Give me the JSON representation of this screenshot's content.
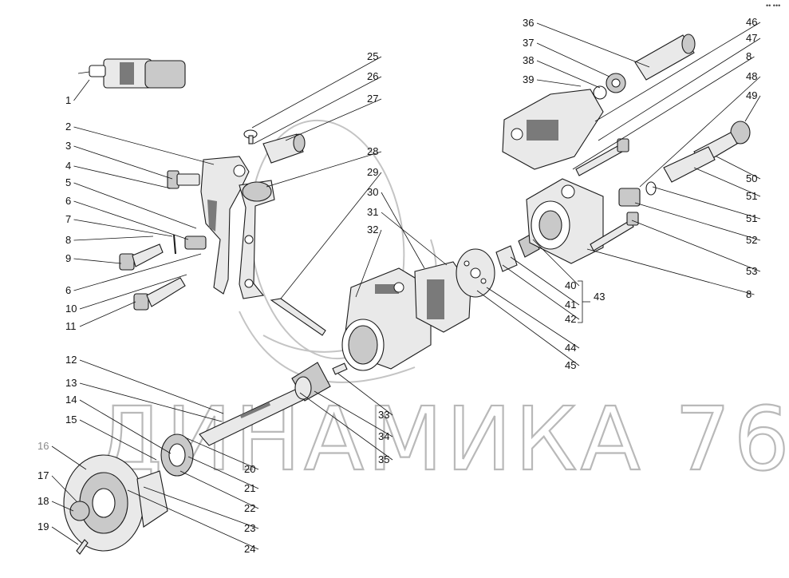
{
  "watermark": "ДИНАМИКА 76",
  "corner_mark": "•• •••",
  "group_label": "43",
  "callouts": [
    {
      "n": "1"
    },
    {
      "n": "2"
    },
    {
      "n": "3"
    },
    {
      "n": "4"
    },
    {
      "n": "5"
    },
    {
      "n": "6"
    },
    {
      "n": "7"
    },
    {
      "n": "8"
    },
    {
      "n": "9"
    },
    {
      "n": "6"
    },
    {
      "n": "10"
    },
    {
      "n": "11"
    },
    {
      "n": "12"
    },
    {
      "n": "13"
    },
    {
      "n": "14"
    },
    {
      "n": "15"
    },
    {
      "n": "16"
    },
    {
      "n": "17"
    },
    {
      "n": "18"
    },
    {
      "n": "19"
    },
    {
      "n": "20"
    },
    {
      "n": "21"
    },
    {
      "n": "22"
    },
    {
      "n": "23"
    },
    {
      "n": "24"
    },
    {
      "n": "25"
    },
    {
      "n": "26"
    },
    {
      "n": "27"
    },
    {
      "n": "28"
    },
    {
      "n": "29"
    },
    {
      "n": "30"
    },
    {
      "n": "31"
    },
    {
      "n": "32"
    },
    {
      "n": "33"
    },
    {
      "n": "34"
    },
    {
      "n": "35"
    },
    {
      "n": "36"
    },
    {
      "n": "37"
    },
    {
      "n": "38"
    },
    {
      "n": "39"
    },
    {
      "n": "46"
    },
    {
      "n": "47"
    },
    {
      "n": "8"
    },
    {
      "n": "48"
    },
    {
      "n": "49"
    },
    {
      "n": "50"
    },
    {
      "n": "51"
    },
    {
      "n": "51"
    },
    {
      "n": "52"
    },
    {
      "n": "53"
    },
    {
      "n": "8"
    },
    {
      "n": "40"
    },
    {
      "n": "41"
    },
    {
      "n": "42"
    },
    {
      "n": "44"
    },
    {
      "n": "45"
    }
  ]
}
